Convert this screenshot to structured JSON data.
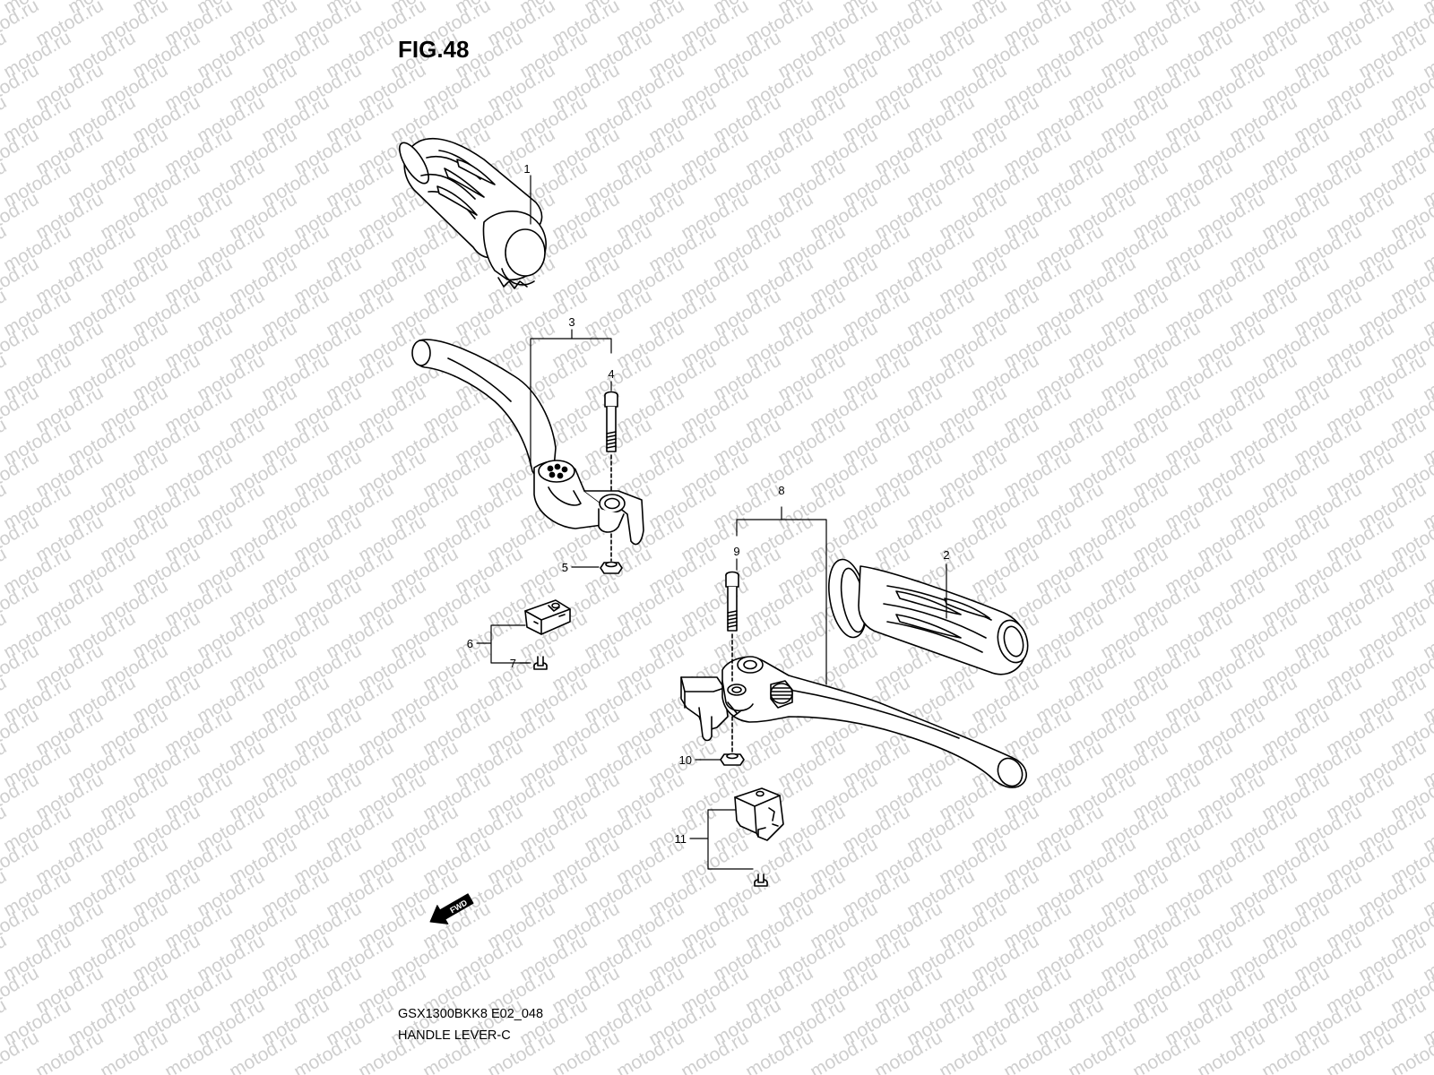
{
  "figure": {
    "title": "FIG.48",
    "code": "GSX1300BKK8 E02_048",
    "description": "HANDLE LEVER-C"
  },
  "watermark": {
    "text": "motod.ru",
    "color": "#cfcfcf"
  },
  "fwd_label": "FWD",
  "callouts": [
    "1",
    "2",
    "3",
    "4",
    "5",
    "6",
    "7",
    "8",
    "9",
    "10",
    "11"
  ]
}
